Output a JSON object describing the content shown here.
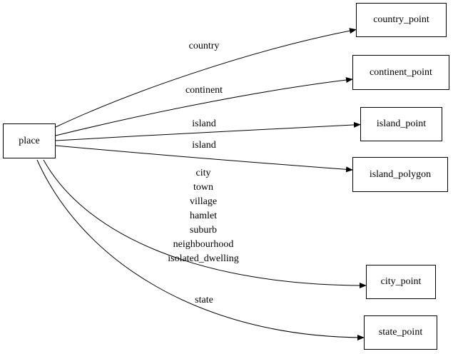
{
  "diagram": {
    "background_color": "#ffffff",
    "line_color": "#000000",
    "node_fill_color": "#ffffff",
    "nodes": [
      {
        "id": "place",
        "label": "place"
      },
      {
        "id": "country_point",
        "label": "country_point"
      },
      {
        "id": "continent_point",
        "label": "continent_point"
      },
      {
        "id": "island_point",
        "label": "island_point"
      },
      {
        "id": "island_polygon",
        "label": "island_polygon"
      },
      {
        "id": "city_point",
        "label": "city_point"
      },
      {
        "id": "state_point",
        "label": "state_point"
      }
    ],
    "edges": [
      {
        "from": "place",
        "to": "country_point",
        "label": "country"
      },
      {
        "from": "place",
        "to": "continent_point",
        "label": "continent"
      },
      {
        "from": "place",
        "to": "island_point",
        "label": "island"
      },
      {
        "from": "place",
        "to": "island_polygon",
        "label": "island"
      },
      {
        "from": "place",
        "to": "city_point",
        "label": "city\ntown\nvillage\nhamlet\nsuburb\nneighbourhood\nisolated_dwelling"
      },
      {
        "from": "place",
        "to": "state_point",
        "label": "state"
      }
    ]
  }
}
